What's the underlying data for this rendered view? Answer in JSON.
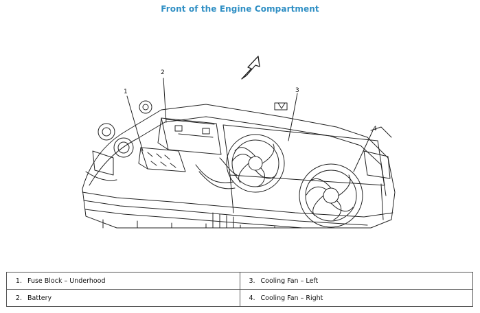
{
  "page": {
    "title": "Front of the Engine Compartment"
  },
  "figure": {
    "callouts": [
      "1",
      "2",
      "3",
      "4"
    ]
  },
  "legend": {
    "rows": [
      {
        "left": {
          "num": "1.",
          "label": "Fuse Block – Underhood"
        },
        "right": {
          "num": "3.",
          "label": "Cooling Fan – Left"
        }
      },
      {
        "left": {
          "num": "2.",
          "label": "Battery"
        },
        "right": {
          "num": "4.",
          "label": "Cooling Fan – Right"
        }
      }
    ]
  }
}
